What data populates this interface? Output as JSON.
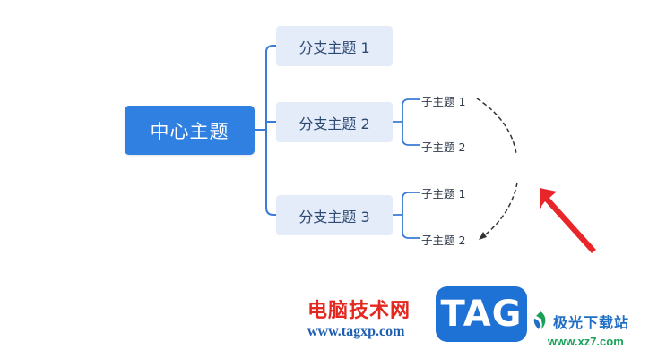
{
  "mindmap": {
    "root": {
      "label": "中心主题"
    },
    "branches": [
      {
        "label": "分支主题 1",
        "subtopics": []
      },
      {
        "label": "分支主题 2",
        "subtopics": [
          {
            "label": "子主题 1"
          },
          {
            "label": "子主题 2"
          }
        ]
      },
      {
        "label": "分支主题 3",
        "subtopics": [
          {
            "label": "子主题 1"
          },
          {
            "label": "子主题 2"
          }
        ]
      }
    ],
    "connector_color": "#3a7bd5",
    "root_color": "#2f80e0",
    "branch_color": "#e4ecfa"
  },
  "annotation": {
    "dashed_arrow": "curved-dashed-arrow",
    "pointer_arrow_color": "#e8262a"
  },
  "watermark": {
    "site_name": "电脑技术网",
    "site_url": "www.tagxp.com",
    "logo_text": "TAG",
    "secondary_name": "极光下载站",
    "secondary_url": "www.xz7.com"
  }
}
